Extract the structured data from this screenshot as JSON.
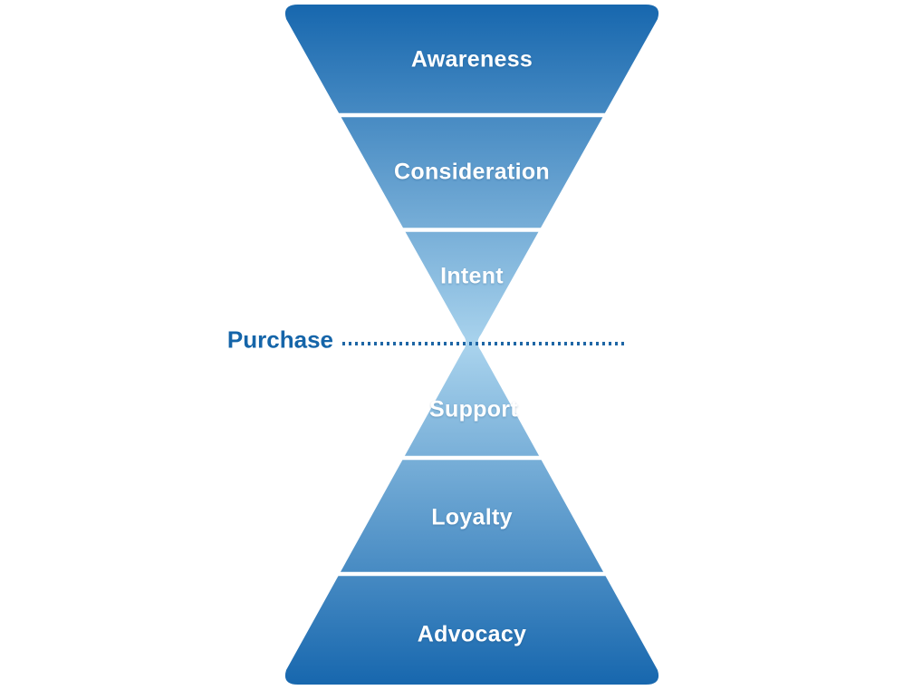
{
  "funnel": {
    "type": "hourglass-marketing-funnel",
    "top_stages": [
      {
        "label": "Awareness"
      },
      {
        "label": "Consideration"
      },
      {
        "label": "Intent"
      }
    ],
    "purchase_divider": {
      "label": "Purchase"
    },
    "bottom_stages": [
      {
        "label": "Support"
      },
      {
        "label": "Loyalty"
      },
      {
        "label": "Advocacy"
      }
    ],
    "colors": {
      "gradient_dark": "#1767ae",
      "gradient_light": "#a9d3ed",
      "stage_divider": "#ffffff",
      "stage_label_text": "#ffffff",
      "purchase_label_text": "#1565a9",
      "purchase_dotted_line": "#1e66a5"
    }
  }
}
